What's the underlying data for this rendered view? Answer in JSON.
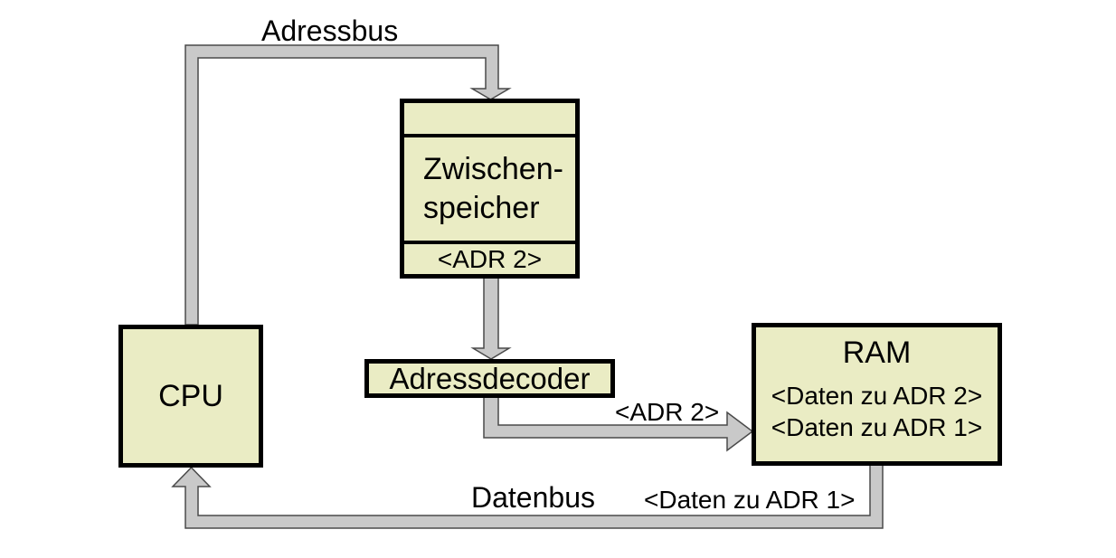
{
  "colors": {
    "background": "#ffffff",
    "box_fill": "#eaecc4",
    "box_border": "#000000",
    "bus_fill": "#c9c9c9",
    "bus_outline": "#4a4a4a",
    "text": "#000000"
  },
  "nodes": {
    "cpu": {
      "label": "CPU"
    },
    "buffer": {
      "lines": [
        "Zwischen-",
        "speicher"
      ],
      "slot": "<ADR 2>"
    },
    "decoder": {
      "label": "Adressdecoder"
    },
    "ram": {
      "label": "RAM",
      "rows": [
        "<Daten zu ADR 2>",
        "<Daten zu ADR 1>"
      ]
    }
  },
  "buses": {
    "adressbus": {
      "label": "Adressbus"
    },
    "datenbus": {
      "label": "Datenbus",
      "signal": "<Daten zu ADR 1>"
    },
    "decoder_to_ram": {
      "signal": "<ADR 2>"
    }
  }
}
